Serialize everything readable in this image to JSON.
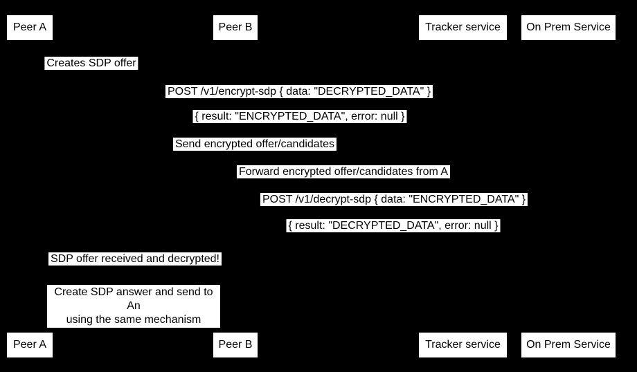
{
  "diagram": {
    "kind": "sequence-diagram",
    "background_color": "#000000",
    "box_fill_color": "#ffffff",
    "text_color": "#000000"
  },
  "actors": [
    {
      "label": "Peer A"
    },
    {
      "label": "Peer B"
    },
    {
      "label": "Tracker service"
    },
    {
      "label": "On Prem Service"
    }
  ],
  "messages": [
    {
      "label": "Creates SDP offer"
    },
    {
      "label": "POST /v1/encrypt-sdp { data: \"DECRYPTED_DATA\" }"
    },
    {
      "label": "{ result: \"ENCRYPTED_DATA\", error: null }"
    },
    {
      "label": "Send encrypted offer/candidates"
    },
    {
      "label": "Forward encrypted offer/candidates from A"
    },
    {
      "label": "POST /v1/decrypt-sdp { data: \"ENCRYPTED_DATA\" }"
    },
    {
      "label": "{ result: \"DECRYPTED_DATA\", error: null }"
    },
    {
      "label": "SDP offer received and decrypted!"
    },
    {
      "line1": "Create SDP answer and send to An",
      "line2": "using the same mechanism"
    }
  ]
}
